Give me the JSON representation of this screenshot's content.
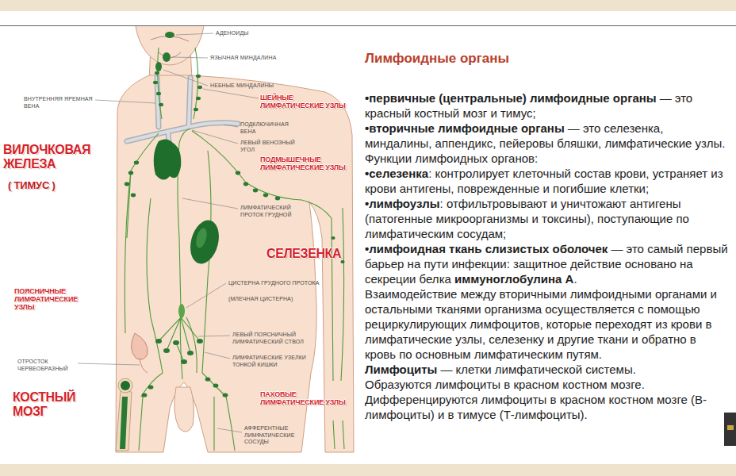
{
  "diagram": {
    "title": "Лимфоидные органы",
    "labels": [
      "АДЕНОИДЫ",
      "ЯЗЫЧНАЯ МИНДАЛИНА",
      "НЕБНЫЕ МИНДАЛИНЫ",
      "ВНУТРЕННЯЯ ЯРЕМНАЯ ВЕНА",
      "ШЕЙНЫЕ ЛИМФАТИЧЕСКИЕ УЗЛЫ",
      "ПОДКЛЮЧИЧНАЯ ВЕНА",
      "ВИЛОЧКОВАЯ ЖЕЛЕЗА",
      "( ТИМУС )",
      "ЛЕВЫЙ ВЕНОЗНЫЙ УГОЛ",
      "ПОДМЫШЕЧНЫЕ ЛИМФАТИЧЕСКИЕ УЗЛЫ",
      "ЛИМФАТИЧЕСКИЙ ПРОТОК ГРУДНОЙ",
      "СЕЛЕЗЕНКА",
      "ПОЯСНИЧНЫЕ ЛИМФАТИЧЕСКИЕ УЗЛЫ",
      "ЦИСТЕРНА ГРУДНОГО ПРОТОКА",
      "(МЛЕЧНАЯ ЦИСТЕРНА)",
      "ЛЕВЫЙ ПОЯСНИЧНЫЙ ЛИМФАТИЧЕСКИЙ СТВОЛ",
      "ЛИМФАТИЧЕСКИЕ УЗЕЛКИ ТОНКОЙ КИШКИ",
      "ОТРОСТОК ЧЕРВЕОБРАЗНЫЙ",
      "КОСТНЫЙ МОЗГ",
      "ПАХОВЫЕ ЛИМФАТИЧЕСКИЕ УЗЛЫ",
      "АФФЕРЕНТНЫЕ ЛИМФАТИЧЕСКИЕ СОСУДЫ",
      "•первичные (центральные) лимфоидные органы",
      "— это красный костный мозг и тимус;",
      "•вторичные лимфоидные органы",
      "— это селезенка, миндалины, аппендикс, пейеровы бляшки, лимфатические узлы.",
      "Функции лимфоидных органов:",
      "•селезенка",
      ": контролирует клеточный состав крови, устраняет из крови антигены, поврежденные и погибшие клетки;",
      "•лимфоузлы",
      ": отфильтровывают и уничтожают антигены (патогенные микроорганизмы и токсины), поступающие по лимфатическим сосудам;",
      "•лимфоидная ткань слизистых оболочек",
      "— это самый первый барьер на пути инфекции: защитное действие основано на секреции белка",
      "иммуноглобулина А",
      ".",
      "Взаимодействие между вторичными лимфоидными органами и остальными тканями организма осуществляется с помощью рециркулирующих лимфоцитов, которые переходят из крови в лимфатические узлы, селезенку и другие ткани и обратно в кровь по основным лимфатическим путям.",
      "Лимфоциты",
      "— клетки лимфатической системы.",
      "Образуются лимфоциты в красном костном мозге.",
      "Дифференцируются лимфоциты в красном костном мозге (В-лимфоциты) и в тимусе (Т-лимфоциты)."
    ]
  }
}
